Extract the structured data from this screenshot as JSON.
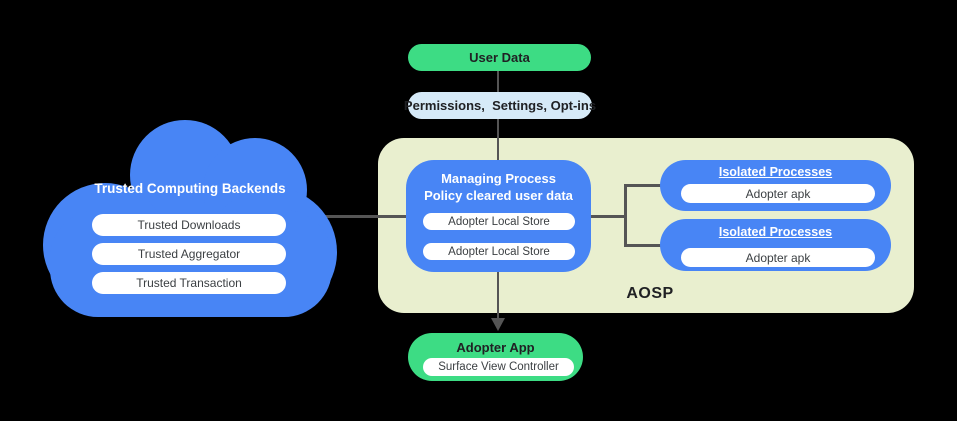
{
  "colors": {
    "blue": "#4885F5",
    "green": "#3DDC84",
    "lightblue": "#D6EAF8",
    "aosp": "#E9EFCF",
    "line": "#555555",
    "textdark": "#202124",
    "pilltext": "#3C4043",
    "white": "#FFFFFF"
  },
  "flow": {
    "user_data": "User Data",
    "permissions": "Permissions,  Settings, Opt-ins"
  },
  "cloud": {
    "title": "Trusted Computing Backends",
    "pills": [
      "Trusted Downloads",
      "Trusted Aggregator",
      "Trusted Transaction"
    ]
  },
  "aosp": {
    "label": "AOSP",
    "managing_process": {
      "title_line1": "Managing Process",
      "title_line2": "Policy cleared user data",
      "stores": [
        "Adopter Local Store",
        "Adopter Local Store"
      ]
    },
    "isolated_processes": [
      {
        "title": "Isolated Processes",
        "apk": "Adopter apk"
      },
      {
        "title": "Isolated Processes",
        "apk": "Adopter apk"
      }
    ]
  },
  "adopter_app": {
    "title": "Adopter App",
    "controller": "Surface View Controller"
  }
}
